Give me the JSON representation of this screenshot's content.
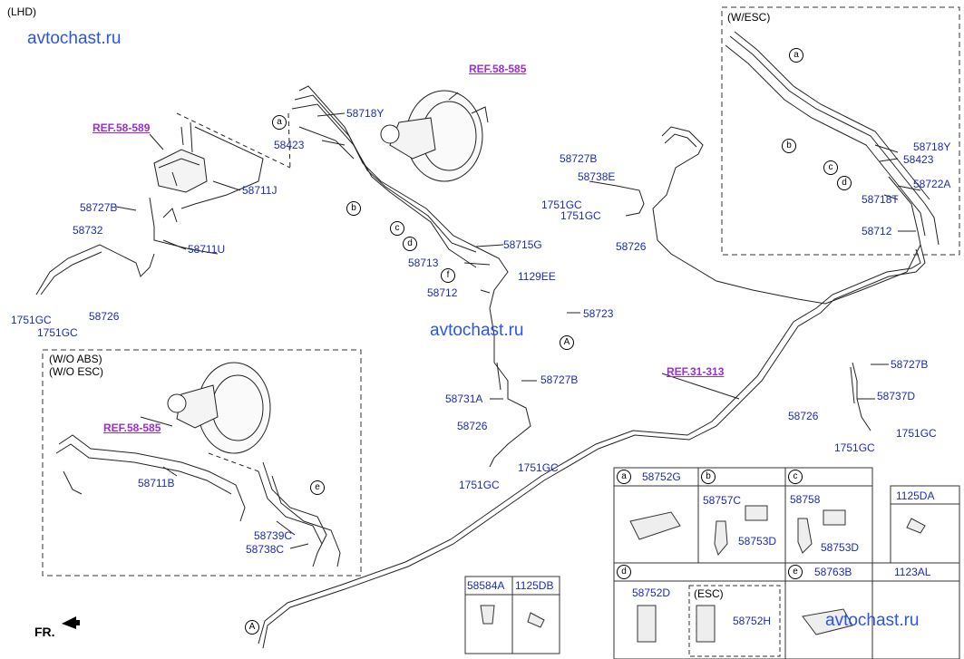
{
  "header": {
    "variant": "(LHD)"
  },
  "watermarks": [
    "avtochast.ru",
    "avtochast.ru",
    "avtochast.ru"
  ],
  "refs": {
    "ref_589": "REF.58-589",
    "ref_585_top": "REF.58-585",
    "ref_585_box": "REF.58-585",
    "ref_313": "REF.31-313"
  },
  "boxes": {
    "abs_line1": "(W/O ABS)",
    "abs_line2": "(W/O ESC)",
    "esc_title": "(W/ESC)",
    "esc_inner": "(ESC)"
  },
  "parts": {
    "p58711J": "58711J",
    "p58727B_left": "58727B",
    "p58732": "58732",
    "p58711U": "58711U",
    "p1751GC_l1": "1751GC",
    "p58726_l": "58726",
    "p1751GC_l2": "1751GC",
    "p58718Y": "58718Y",
    "p58423": "58423",
    "p58715G": "58715G",
    "p58713": "58713",
    "p1129EE": "1129EE",
    "p58712": "58712",
    "p58723": "58723",
    "p58727B_mid": "58727B",
    "p58731A": "58731A",
    "p58726_mid": "58726",
    "p1751GC_m1": "1751GC",
    "p1751GC_m2": "1751GC",
    "p58727B_top": "58727B",
    "p58738E": "58738E",
    "p1751GC_t1": "1751GC",
    "p1751GC_t2": "1751GC",
    "p58726_top": "58726",
    "p58718Y_esc": "58718Y",
    "p58423_esc": "58423",
    "p58722A": "58722A",
    "p58718T": "58718T",
    "p58712_esc": "58712",
    "p58727B_right": "58727B",
    "p58737D": "58737D",
    "p58726_right": "58726",
    "p1751GC_r1": "1751GC",
    "p1751GC_r2": "1751GC",
    "p58711B": "58711B",
    "p58739C": "58739C",
    "p58738C": "58738C"
  },
  "letters": {
    "a": "a",
    "b": "b",
    "c": "c",
    "d": "d",
    "e": "e",
    "f": "f",
    "A": "A"
  },
  "table": {
    "a_code": "58752G",
    "b_code1": "58757C",
    "b_code2": "58753D",
    "c_code1": "58758",
    "c_code2": "58753D",
    "extra_code": "1125DA",
    "d_code1": "58752D",
    "d_code2": "58752H",
    "e_code": "58763B",
    "e_extra": "1123AL",
    "small_1": "58584A",
    "small_2": "1125DB"
  },
  "footer": {
    "fr": "FR."
  }
}
